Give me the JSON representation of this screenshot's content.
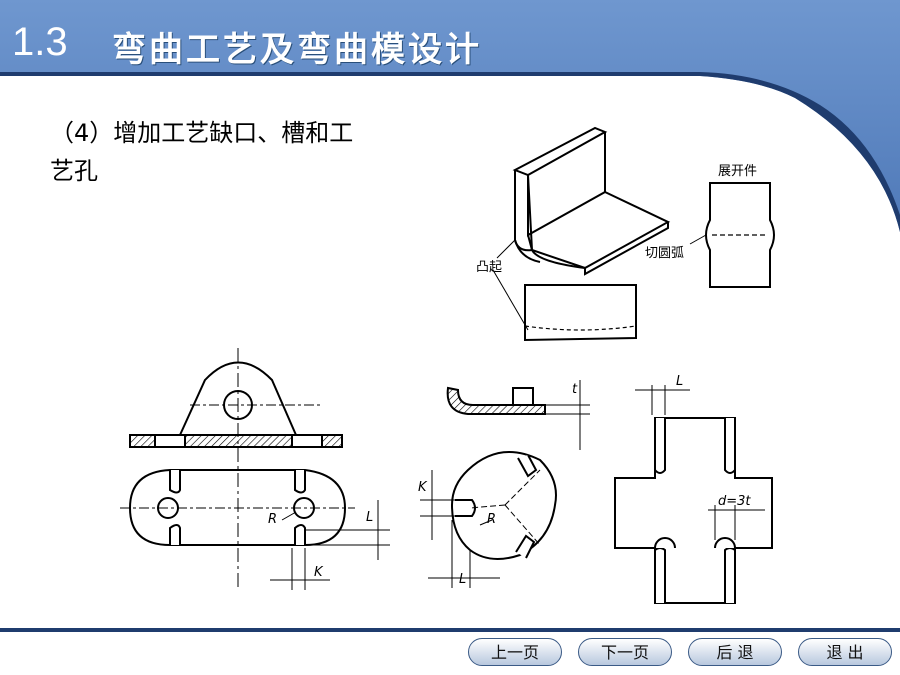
{
  "header": {
    "number": "1.3",
    "title": "弯曲工艺及弯曲模设计"
  },
  "content": {
    "heading_line1": "（4）增加工艺缺口、槽和工",
    "heading_line2": "艺孔"
  },
  "figure_labels": {
    "bulge": "凸起",
    "expanded": "展开件",
    "cut_arc": "切圆弧",
    "R": "R",
    "K": "K",
    "L": "L",
    "t": "t",
    "d3t": "d=3t"
  },
  "nav": {
    "prev": "上一页",
    "next": "下一页",
    "back": "后  退",
    "exit": "退  出"
  },
  "colors": {
    "header_blue": "#5b86c4",
    "dark_blue": "#1f3c6e"
  }
}
